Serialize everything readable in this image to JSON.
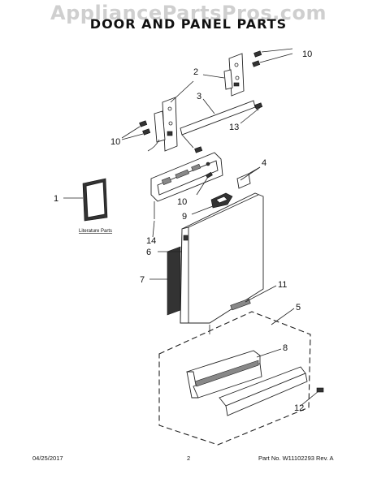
{
  "watermark": "AppliancePartsPros.com",
  "title": "DOOR AND PANEL PARTS",
  "callouts": {
    "c1": "1",
    "c2": "2",
    "c3": "3",
    "c4": "4",
    "c5": "5",
    "c6": "6",
    "c7": "7",
    "c8": "8",
    "c9": "9",
    "c10a": "10",
    "c10b": "10",
    "c10c": "10",
    "c11": "11",
    "c12": "12",
    "c13": "13",
    "c14": "14"
  },
  "literature_label": "Literature Parts",
  "footer": {
    "date": "04/25/2017",
    "page": "2",
    "part_no": "Part No. W11102293  Rev. A"
  }
}
